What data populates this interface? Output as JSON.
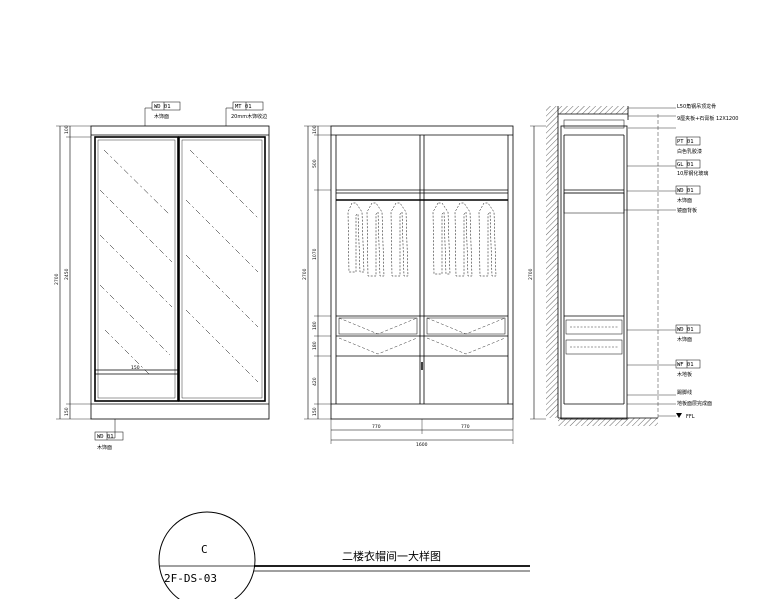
{
  "title": {
    "text": "二楼衣帽间一大样图",
    "bubble_letter": "C",
    "bubble_code": "2F-DS-03"
  },
  "front_elevation": {
    "tags": {
      "top_left": "WD 01",
      "top_left_note": "木饰面",
      "top_right": "MT 01",
      "top_right_note": "20mm木饰收边",
      "bottom_left": "WD 01",
      "bottom_left_note": "木饰面"
    },
    "dims": {
      "total_height": "2700",
      "glass_height": "2450",
      "top": "100",
      "bottom": "150",
      "rail": "150"
    }
  },
  "interior_elevation": {
    "dims": {
      "total_height": "2700",
      "upper": "500",
      "hanging": "1070",
      "drawer1": "180",
      "drawer2": "180",
      "lower": "420",
      "base": "150",
      "top": "100",
      "left_width": "770",
      "right_width": "770",
      "total_width": "1600"
    }
  },
  "section": {
    "dims": {
      "total_height": "2700"
    },
    "labels": {
      "top1": "L50角钢吊顶龙骨",
      "top2": "9厘夹板+石膏板 12X1200",
      "pt": "PT 01",
      "pt_note": "白色乳胶漆",
      "gl": "GL 01",
      "gl_note": "10厚钢化玻璃",
      "wd": "WD 01",
      "wd_note": "木饰面",
      "mirror": "镜面背板",
      "wd2": "WD 01",
      "wd2_note": "木饰面",
      "wf": "WF 01",
      "wf_note": "木地板",
      "skirting": "踢脚线",
      "floor_note": "地板面层完成面",
      "ffl": "FFL"
    }
  }
}
